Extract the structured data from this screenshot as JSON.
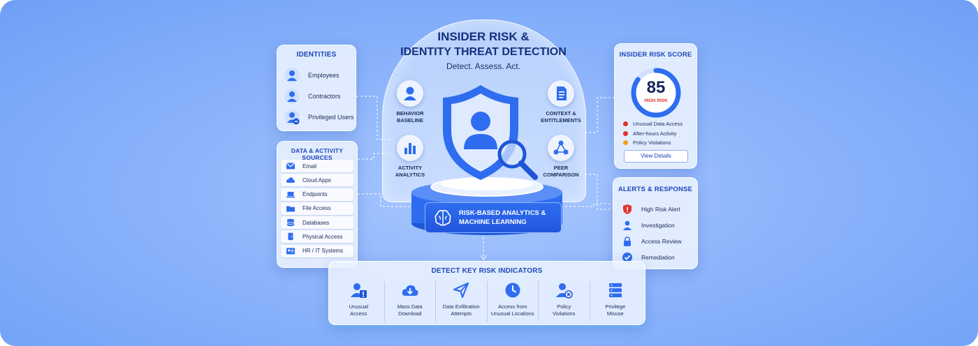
{
  "title_line1": "INSIDER RISK &",
  "title_line2": "IDENTITY THREAT DETECTION",
  "tagline": "Detect. Assess. Act.",
  "identities": {
    "title": "IDENTITIES",
    "items": [
      "Employees",
      "Contractors",
      "Privileged Users"
    ]
  },
  "sources": {
    "title": "DATA & ACTIVITY SOURCES",
    "items": [
      {
        "label": "Email",
        "icon": "mail-icon"
      },
      {
        "label": "Cloud Apps",
        "icon": "cloud-icon"
      },
      {
        "label": "Endpoints",
        "icon": "laptop-icon"
      },
      {
        "label": "File Access",
        "icon": "folder-icon"
      },
      {
        "label": "Databases",
        "icon": "database-icon"
      },
      {
        "label": "Physical Access",
        "icon": "door-icon"
      },
      {
        "label": "HR / IT Systems",
        "icon": "id-card-icon"
      }
    ]
  },
  "pillars": {
    "behavior": "BEHAVIOR BASELINE",
    "activity": "ACTIVITY ANALYTICS",
    "context": "CONTEXT & ENTITLEMENTS",
    "peer": "PEER COMPARISON"
  },
  "engine_label": "RISK-BASED ANALYTICS & MACHINE LEARNING",
  "score": {
    "title": "INSIDER RISK SCORE",
    "value": "85",
    "level": "HIGH RISK",
    "fill_fraction": 0.85,
    "factors": [
      {
        "label": "Unusual Data Access",
        "color": "#e0332e"
      },
      {
        "label": "After-hours Activity",
        "color": "#e0332e"
      },
      {
        "label": "Policy Violations",
        "color": "#f0a21e"
      }
    ],
    "button": "View Details"
  },
  "alerts": {
    "title": "ALERTS & RESPONSE",
    "items": [
      {
        "label": "High Risk Alert",
        "icon": "alert-shield-icon"
      },
      {
        "label": "Investigation",
        "icon": "person-icon"
      },
      {
        "label": "Access Review",
        "icon": "lock-icon"
      },
      {
        "label": "Remediation",
        "icon": "check-icon"
      }
    ]
  },
  "indicators": {
    "title": "DETECT KEY RISK INDICATORS",
    "items": [
      {
        "line1": "Unusual",
        "line2": "Access",
        "icon": "user-alert-icon"
      },
      {
        "line1": "Mass Data",
        "line2": "Download",
        "icon": "cloud-download-icon"
      },
      {
        "line1": "Data Exfiltration",
        "line2": "Attempts",
        "icon": "send-icon"
      },
      {
        "line1": "Access from",
        "line2": "Unusual Locations",
        "icon": "clock-icon"
      },
      {
        "line1": "Policy",
        "line2": "Violations",
        "icon": "user-x-icon"
      },
      {
        "line1": "Privilege",
        "line2": "Misuse",
        "icon": "server-icon"
      }
    ]
  },
  "colors": {
    "accent": "#2f6df0",
    "title": "#14307e",
    "high_risk": "#e0332e"
  }
}
